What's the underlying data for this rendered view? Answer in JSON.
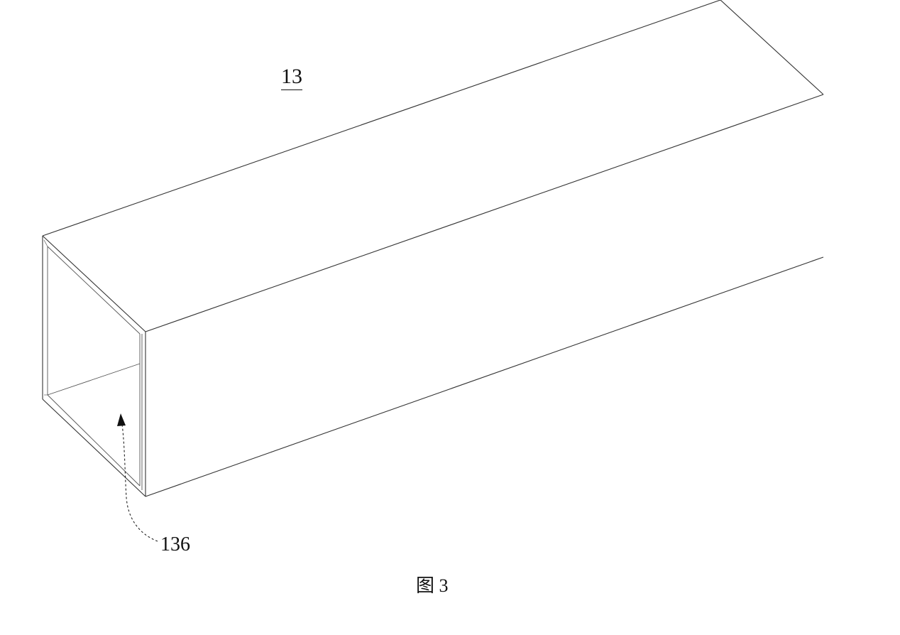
{
  "part_number": "13",
  "reference_numeral": "136",
  "figure_caption": "图 3",
  "colors": {
    "background": "#ffffff",
    "line": "#333333",
    "text": "#111111"
  }
}
